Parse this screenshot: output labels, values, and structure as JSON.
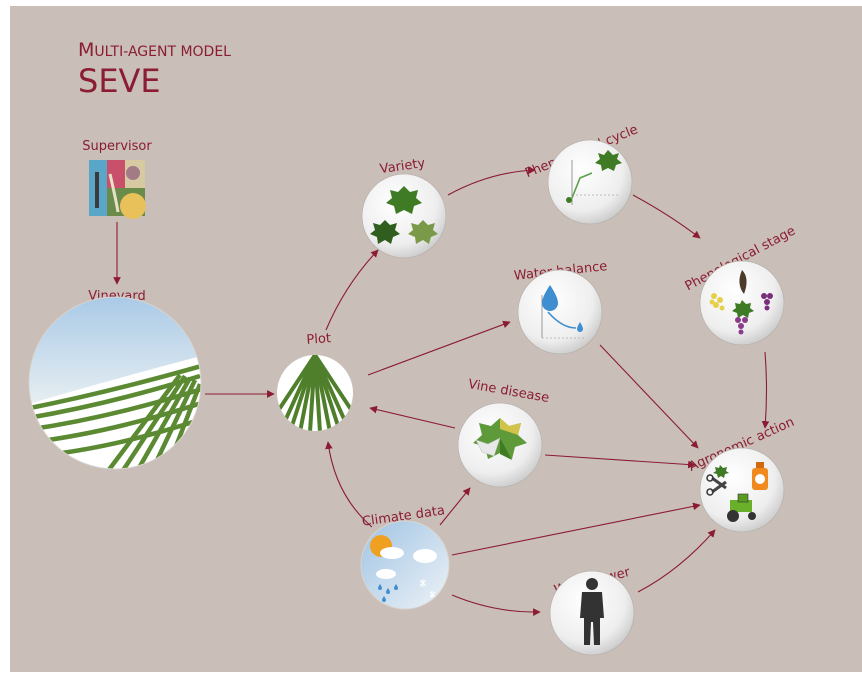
{
  "title": {
    "line1_big": "M",
    "line1_rest": "ULTI-AGENT MODEL",
    "line2": "SEVE"
  },
  "nodes": {
    "supervisor": "Supervisor",
    "vineyard": "Vineyard",
    "plot": "Plot",
    "variety": "Variety",
    "phenological_cycle": "Phenological cycle",
    "phenological_stage": "Phenological stage",
    "water_balance": "Water balance",
    "vine_disease": "Vine disease",
    "agronomic_action": "Agronomic action",
    "climate_data": "Climate data",
    "winegrower": "Winegrower"
  },
  "colors": {
    "background": "#c9bfb8",
    "accent": "#8b1c33",
    "leaf_green": "#4a7a2a",
    "water_blue": "#3f8fd0"
  }
}
